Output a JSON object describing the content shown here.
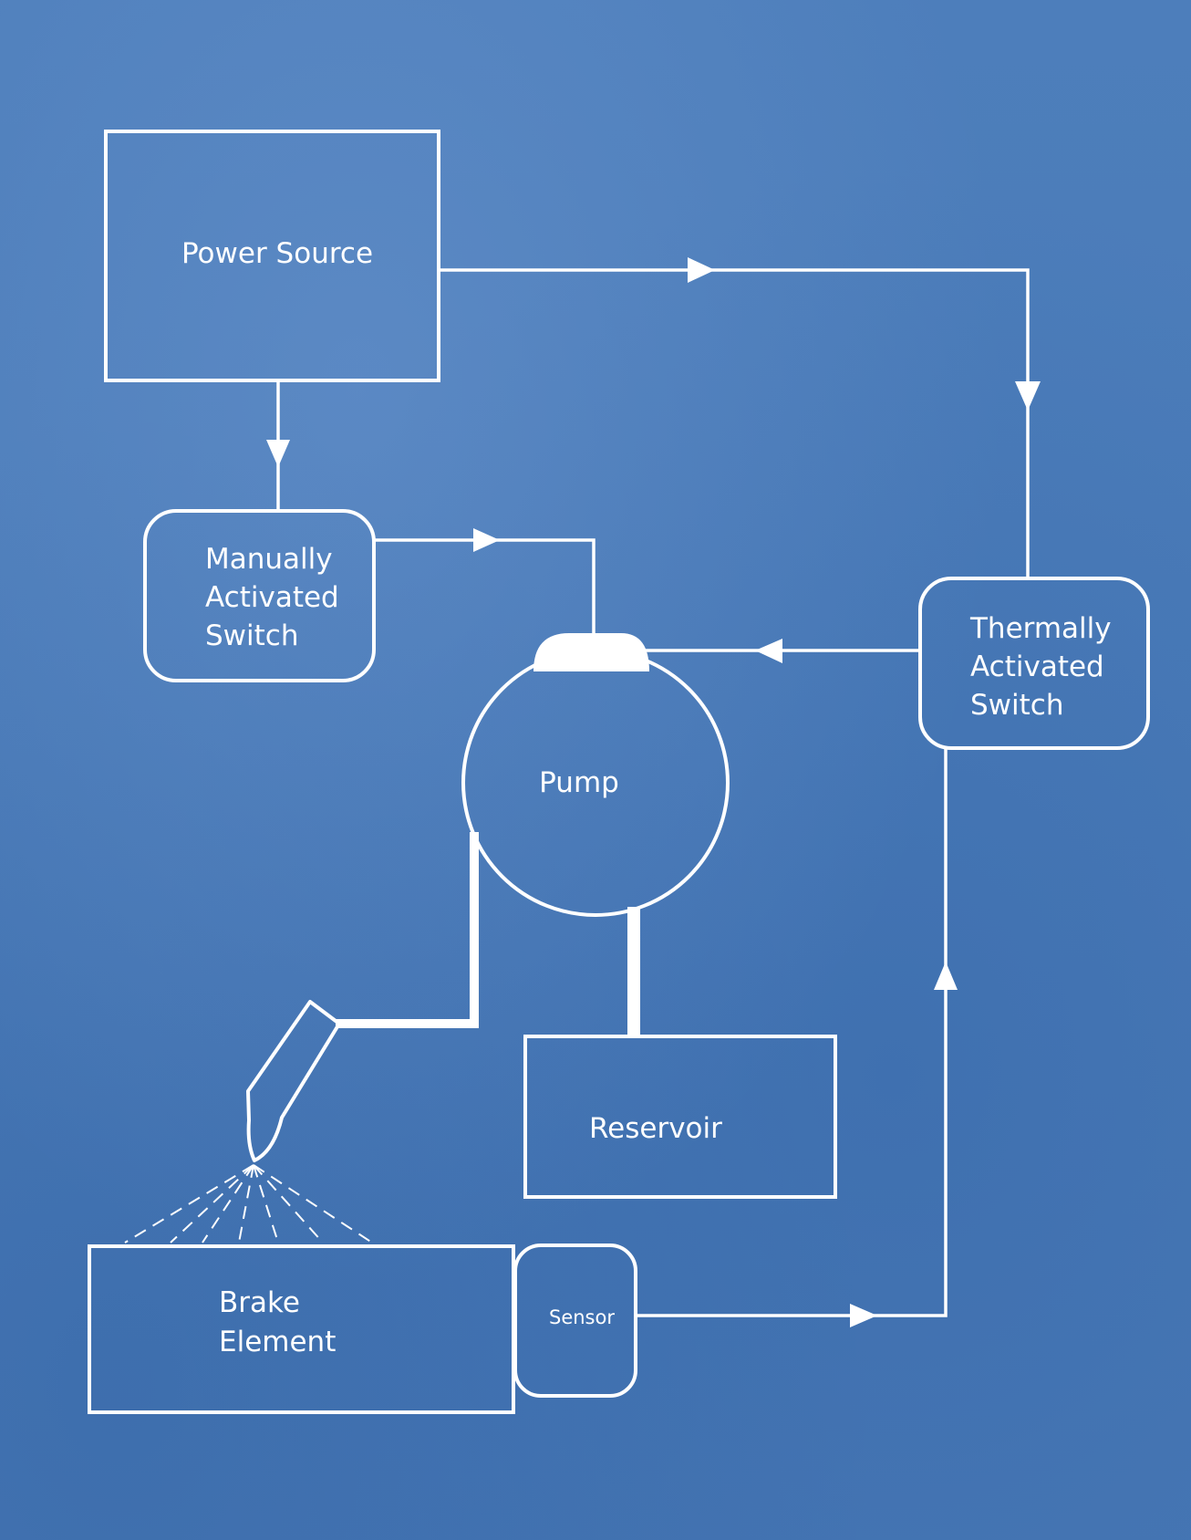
{
  "diagram": {
    "nodes": {
      "power_source": {
        "label": "Power Source"
      },
      "manual_switch": {
        "line1": "Manually",
        "line2": "Activated",
        "line3": "Switch"
      },
      "thermal_switch": {
        "line1": "Thermally",
        "line2": "Activated",
        "line3": "Switch"
      },
      "pump": {
        "label": "Pump"
      },
      "reservoir": {
        "label": "Reservoir"
      },
      "brake_element": {
        "line1": "Brake",
        "line2": "Element"
      },
      "sensor": {
        "label": "Sensor"
      }
    },
    "connections": [
      {
        "from": "Power Source",
        "to": "Manually Activated Switch"
      },
      {
        "from": "Power Source",
        "to": "Thermally Activated Switch"
      },
      {
        "from": "Manually Activated Switch",
        "to": "Pump"
      },
      {
        "from": "Thermally Activated Switch",
        "to": "Pump"
      },
      {
        "from": "Sensor",
        "to": "Thermally Activated Switch"
      },
      {
        "from": "Pump",
        "to": "Reservoir"
      },
      {
        "from": "Pump",
        "to": "Brake Element"
      }
    ],
    "colors": {
      "background": "#4c7dba",
      "line": "#ffffff"
    }
  }
}
